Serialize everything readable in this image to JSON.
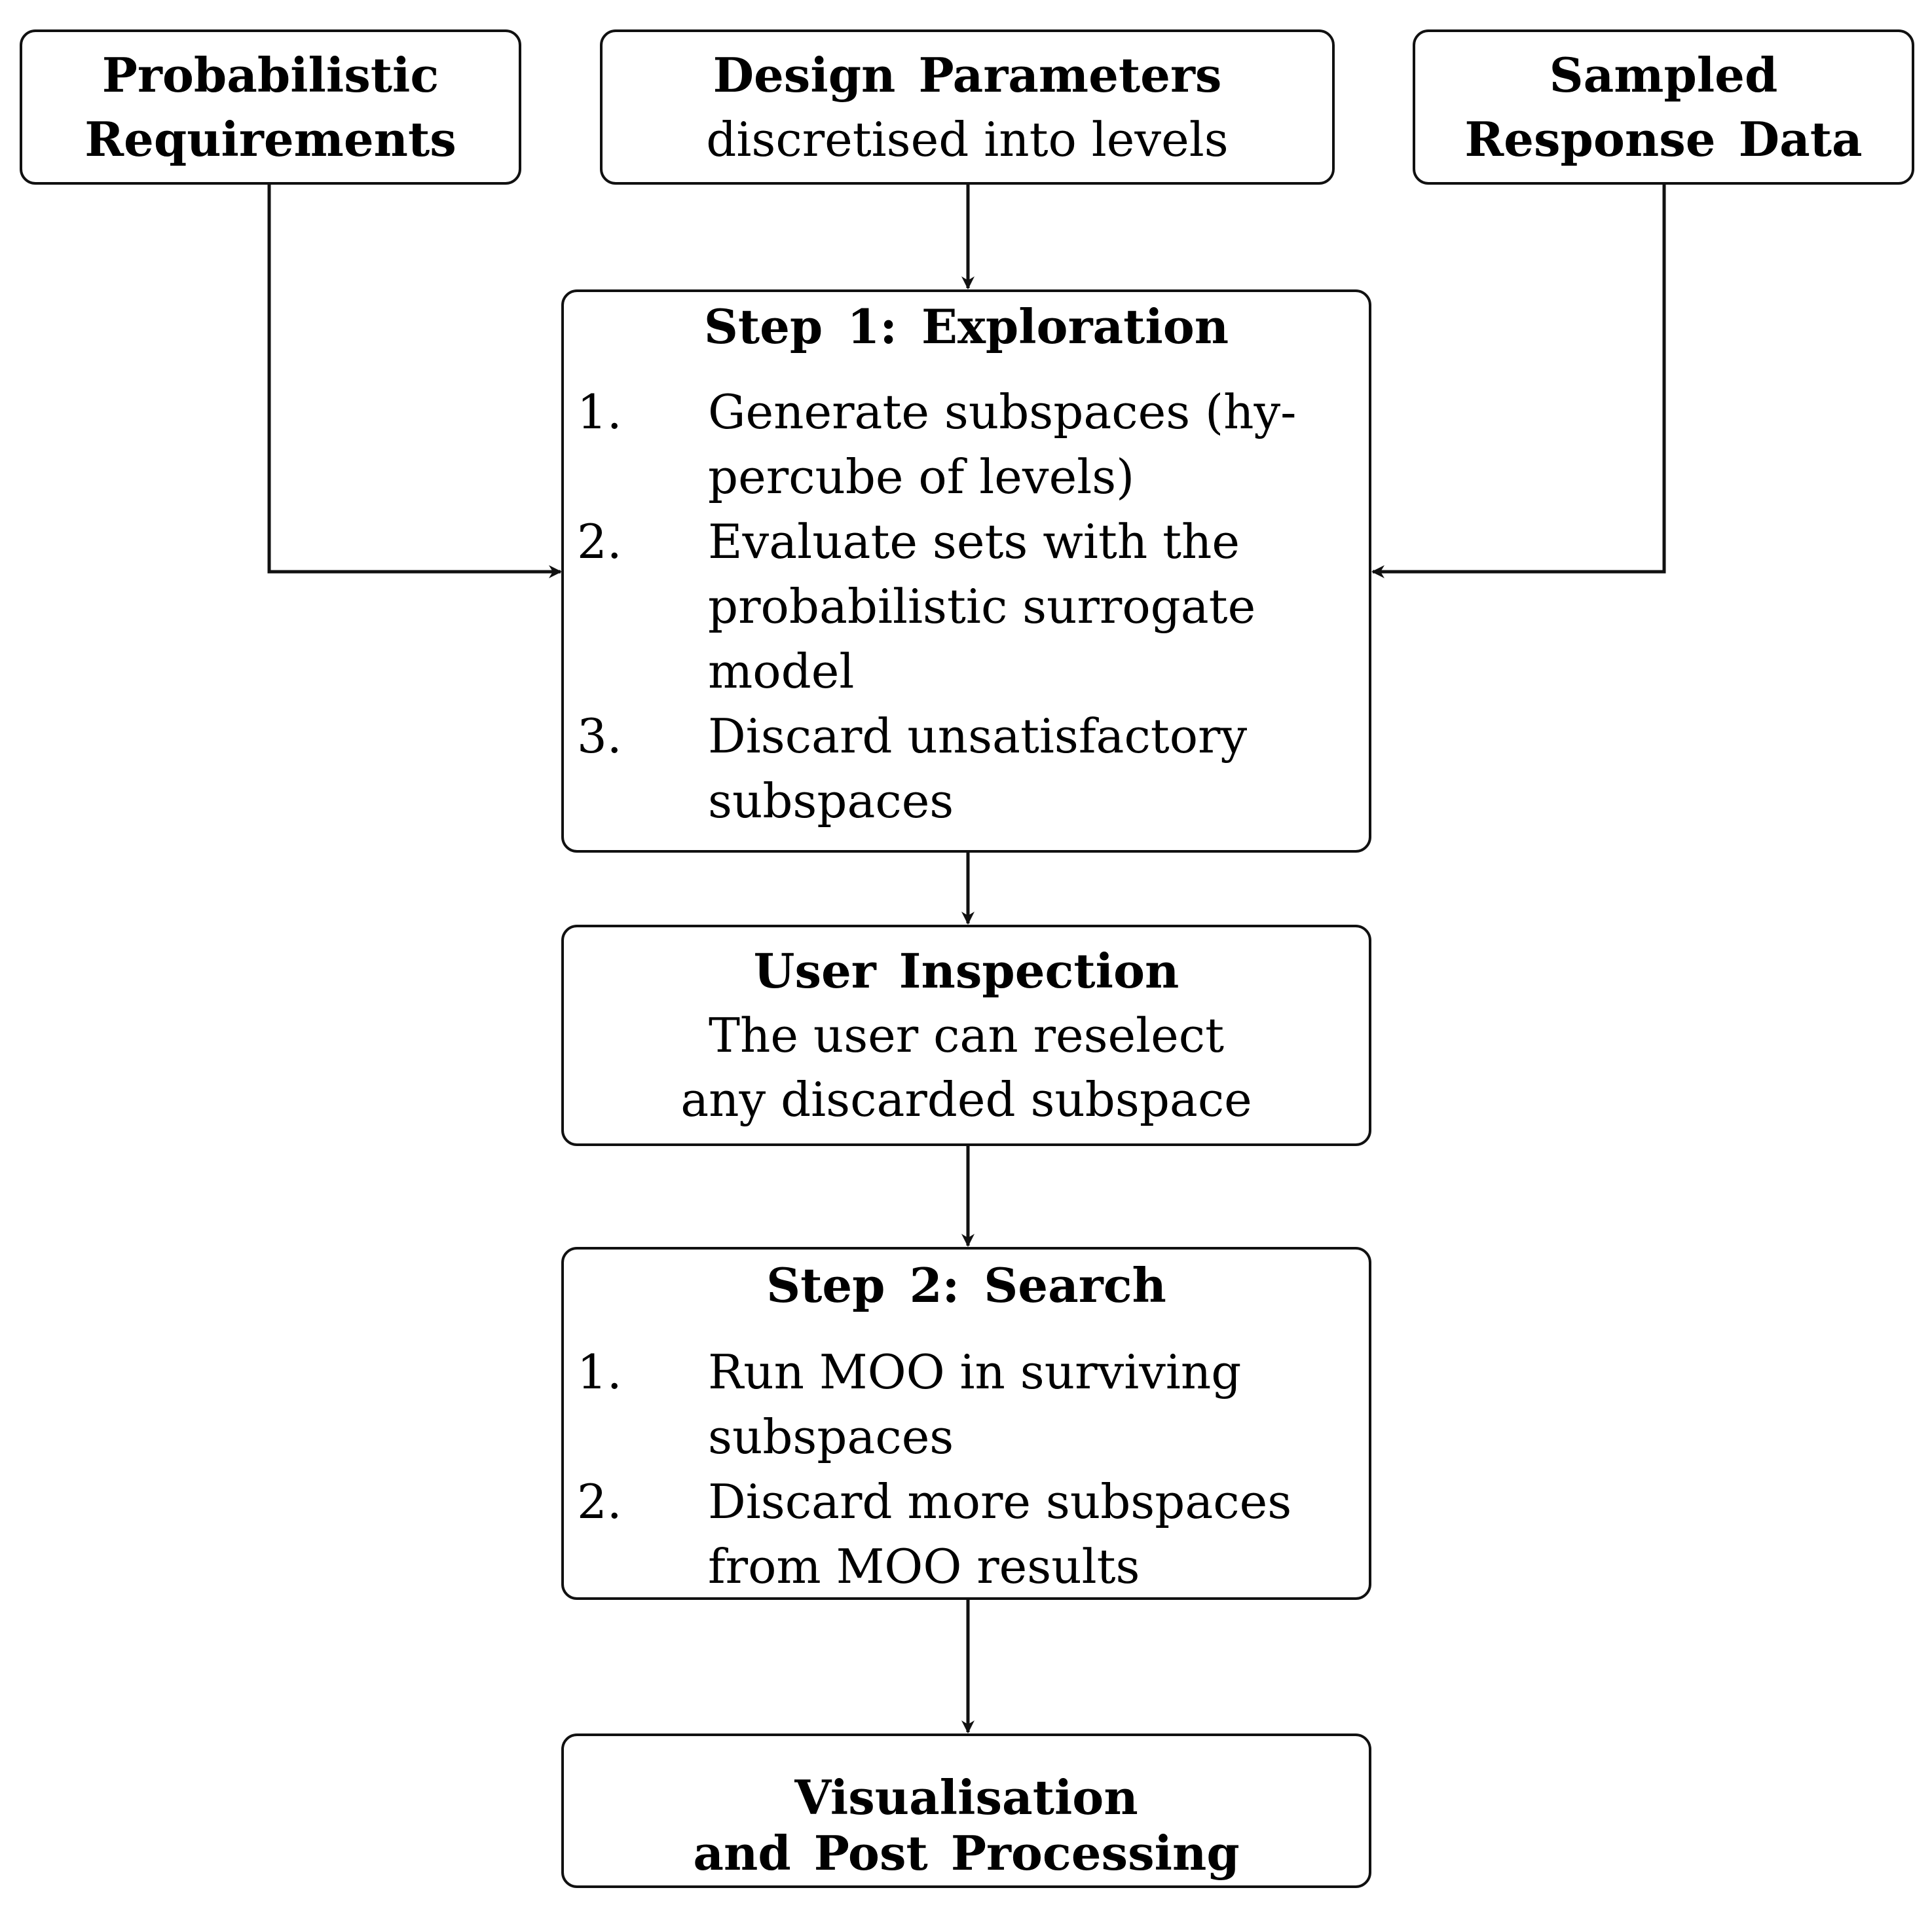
{
  "inputs": {
    "requirements": [
      "Probabilistic",
      "Requirements"
    ],
    "design": {
      "title": "Design Parameters",
      "subtitle": "discretised into levels"
    },
    "response": [
      "Sampled",
      "Response Data"
    ]
  },
  "step1": {
    "title": "Step 1: Exploration",
    "items": [
      {
        "num": "1.",
        "lines": [
          "Generate subspaces (hy-",
          "percube of levels)"
        ]
      },
      {
        "num": "2.",
        "lines": [
          "Evaluate sets with the",
          "probabilistic surrogate",
          "model"
        ]
      },
      {
        "num": "3.",
        "lines": [
          "Discard unsatisfactory",
          "subspaces"
        ]
      }
    ]
  },
  "inspection": {
    "title": "User Inspection",
    "lines": [
      "The user can reselect",
      "any discarded subspace"
    ]
  },
  "step2": {
    "title": "Step 2: Search",
    "items": [
      {
        "num": "1.",
        "lines": [
          "Run MOO in surviving",
          "subspaces"
        ]
      },
      {
        "num": "2.",
        "lines": [
          "Discard more subspaces",
          "from MOO results"
        ]
      }
    ]
  },
  "output": {
    "lines": [
      "Visualisation",
      "and Post Processing"
    ]
  }
}
